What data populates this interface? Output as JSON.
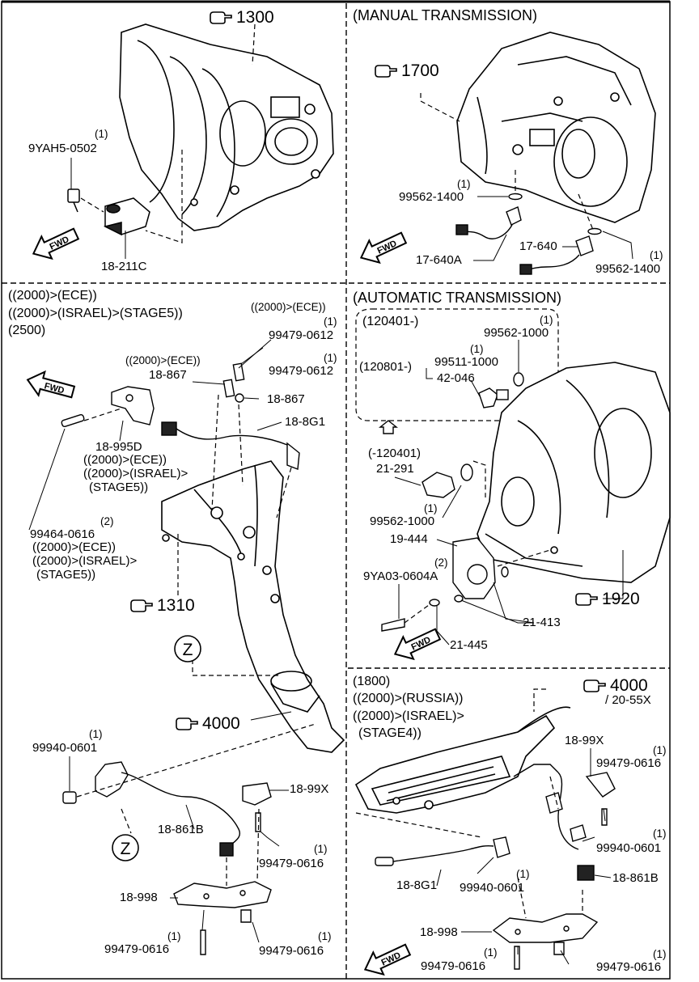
{
  "sections": {
    "top_right": {
      "title": "(MANUAL TRANSMISSION)"
    },
    "mid_right": {
      "title": "(AUTOMATIC TRANSMISSION)"
    }
  },
  "refs": {
    "r1300": "1300",
    "r1700": "1700",
    "r1310": "1310",
    "r4000_left": "4000",
    "r1920": "1920",
    "r4000_right": "4000",
    "r4000_right_sub": "/ 20-55X"
  },
  "labels": {
    "q_9yah5": "(1)",
    "p_9yah5": "9YAH5-0502",
    "p_18_211c": "18-211C",
    "q_99562_a": "(1)",
    "p_99562_a": "99562-1400",
    "p_17_640a": "17-640A",
    "p_17_640": "17-640",
    "q_99562_b": "(1)",
    "p_99562_b": "99562-1400",
    "cond_ece": "((2000)>(ECE))",
    "cond_israel5": "((2000)>(ISRAEL)>(STAGE5))",
    "cond_2500": "(2500)",
    "cond_ece_small": "((2000)>(ECE))",
    "q_99479_a": "(1)",
    "p_99479_a": "99479-0612",
    "cond_ece_b": "((2000)>(ECE))",
    "q_99479_b": "(1)",
    "p_18_867_a": "18-867",
    "p_99479_b": "99479-0612",
    "p_18_867_b": "18-867",
    "p_18_8g1_a": "18-8G1",
    "p_18_995d": "18-995D",
    "cond_995d_1": "((2000)>(ECE))",
    "cond_995d_2": "((2000)>(ISRAEL)>",
    "cond_995d_3": "(STAGE5))",
    "q_99464": "(2)",
    "p_99464": "99464-0616",
    "cond_99464_1": "((2000)>(ECE))",
    "cond_99464_2": "((2000)>(ISRAEL)>",
    "cond_99464_3": "(STAGE5))",
    "cond_120401": "(120401-)",
    "q_99562_c": "(1)",
    "p_99562_c": "99562-1000",
    "q_99511": "(1)",
    "cond_120801": "(120801-)",
    "p_99511": "99511-1000",
    "p_42_046": "42-046",
    "cond_minus120401": "(-120401)",
    "p_21_291": "21-291",
    "q_99562_d": "(1)",
    "p_99562_d": "99562-1000",
    "p_19_444": "19-444",
    "q_9ya03": "(2)",
    "p_9ya03": "9YA03-0604A",
    "p_21_413": "21-413",
    "p_21_445": "21-445",
    "zone_z_a": "Z",
    "zone_z_b": "Z",
    "cond_1800": "(1800)",
    "cond_russia": "((2000)>(RUSSIA))",
    "cond_israel4a": "((2000)>(ISRAEL)>",
    "cond_israel4b": "(STAGE4))",
    "q_99940_a": "(1)",
    "p_99940_a": "99940-0601",
    "p_18_99x_a": "18-99X",
    "p_18_861b_a": "18-861B",
    "q_99479_c": "(1)",
    "p_99479_c": "99479-0616",
    "p_18_998_a": "18-998",
    "q_99479_d": "(1)",
    "p_99479_d": "99479-0616",
    "q_99479_e": "(1)",
    "p_99479_e": "99479-0616",
    "p_18_99x_b": "18-99X",
    "q_99479_f": "(1)",
    "p_99479_f": "99479-0616",
    "q_99940_b": "(1)",
    "p_99940_b": "99940-0601",
    "p_18_861b_b": "18-861B",
    "p_18_8g1_b": "18-8G1",
    "q_99940_c": "(1)",
    "p_99940_c": "99940-0601",
    "p_18_998_b": "18-998",
    "q_99479_g": "(1)",
    "p_99479_g": "99479-0616",
    "q_99479_h": "(1)",
    "p_99479_h": "99479-0616"
  },
  "fwd_label": "FWD",
  "icons": {
    "ref": "pointing-hand-icon",
    "fwd": "fwd-arrow-icon"
  }
}
